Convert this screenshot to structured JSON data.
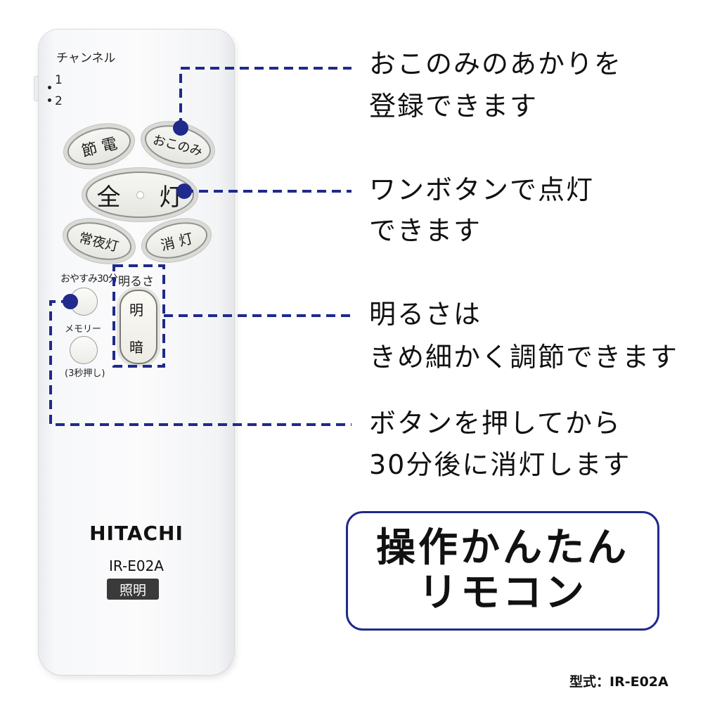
{
  "remote": {
    "channel_label": "チャンネル",
    "channel_1": "1",
    "channel_2": "2",
    "btn_setsuden": "節 電",
    "btn_okonomi": "おこのみ",
    "btn_zento_left": "全",
    "btn_zento_right": "灯",
    "btn_joyato": "常夜灯",
    "btn_shoto": "消 灯",
    "oyasumi_label": "おやすみ30分",
    "memory_label": "メモリー",
    "memory_note": "(3秒押し)",
    "brightness_label": "明るさ",
    "bright_up": "明",
    "bright_down": "暗",
    "brand": "HITACHI",
    "model_code": "IR-E02A",
    "category_badge": "照明"
  },
  "callouts": {
    "c1_line1": "おこのみのあかりを",
    "c1_line2": "登録できます",
    "c2_line1": "ワンボタンで点灯",
    "c2_line2": "できます",
    "c3_line1": "明るさは",
    "c3_line2": "きめ細かく調節できます",
    "c4_line1": "ボタンを押してから",
    "c4_line2": "30分後に消灯します"
  },
  "feature": {
    "line1": "操作かんたん",
    "line2": "リモコン"
  },
  "model_line": "型式：IR-E02A",
  "colors": {
    "accent_navy": "#1f2a8c",
    "remote_body": "#f7f8fa",
    "badge_bg": "#3a3a3a"
  }
}
